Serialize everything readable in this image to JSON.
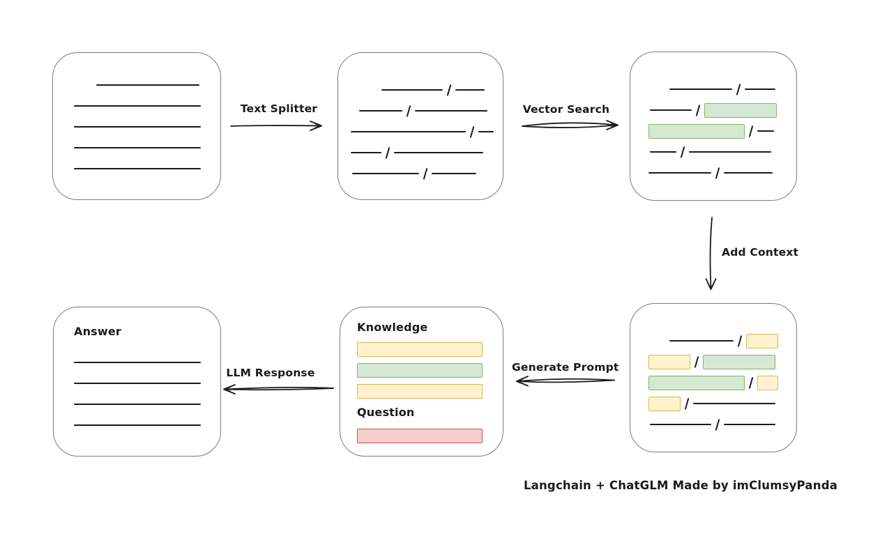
{
  "caption": "Langchain + ChatGLM Made by imClumsyPanda",
  "colors": {
    "ink": "#1a1a1a",
    "box_stroke": "#7b7b7b",
    "green_fill": "#d5e8d4",
    "green_stroke": "#82b366",
    "yellow_fill": "#fff2cc",
    "yellow_stroke": "#d6b656",
    "red_fill": "#f8cecc",
    "red_stroke": "#b85450"
  },
  "labels": {
    "text_splitter": "Text Splitter",
    "vector_search": "Vector Search",
    "add_context": "Add Context",
    "generate_prompt": "Generate Prompt",
    "llm_response": "LLM Response"
  },
  "boxes": {
    "document": {
      "rows": [
        {
          "indent": 32,
          "segments": [
            [
              "line",
              148
            ]
          ]
        },
        {
          "indent": 0,
          "segments": [
            [
              "line",
              182
            ]
          ]
        },
        {
          "indent": 0,
          "segments": [
            [
              "line",
              182
            ]
          ]
        },
        {
          "indent": 0,
          "segments": [
            [
              "line",
              182
            ]
          ]
        },
        {
          "indent": 0,
          "segments": [
            [
              "line",
              182
            ]
          ]
        }
      ]
    },
    "chunks": {
      "rows": [
        {
          "indent": 44,
          "segments": [
            [
              "line",
              88
            ],
            [
              "slash"
            ],
            [
              "line",
              42
            ]
          ]
        },
        {
          "indent": 12,
          "segments": [
            [
              "line",
              62
            ],
            [
              "slash"
            ],
            [
              "line",
              104
            ]
          ]
        },
        {
          "indent": 0,
          "segments": [
            [
              "line",
              165
            ],
            [
              "slash"
            ],
            [
              "line",
              22
            ]
          ]
        },
        {
          "indent": 0,
          "segments": [
            [
              "line",
              44
            ],
            [
              "slash"
            ],
            [
              "line",
              128
            ]
          ]
        },
        {
          "indent": 2,
          "segments": [
            [
              "line",
              96
            ],
            [
              "slash"
            ],
            [
              "line",
              64
            ]
          ]
        }
      ]
    },
    "matches": {
      "rows": [
        {
          "indent": 30,
          "segments": [
            [
              "line",
              90
            ],
            [
              "slash"
            ],
            [
              "line",
              44
            ]
          ]
        },
        {
          "indent": 2,
          "segments": [
            [
              "line",
              60
            ],
            [
              "slash"
            ],
            [
              "green",
              104
            ]
          ]
        },
        {
          "indent": 0,
          "segments": [
            [
              "green",
              138
            ],
            [
              "slash"
            ],
            [
              "line",
              24
            ]
          ]
        },
        {
          "indent": 2,
          "segments": [
            [
              "line",
              38
            ],
            [
              "slash"
            ],
            [
              "line",
              118
            ]
          ]
        },
        {
          "indent": 0,
          "segments": [
            [
              "line",
              90
            ],
            [
              "slash"
            ],
            [
              "line",
              70
            ]
          ]
        }
      ]
    },
    "context": {
      "rows": [
        {
          "indent": 30,
          "segments": [
            [
              "line",
              92
            ],
            [
              "slash"
            ],
            [
              "yellow",
              46
            ]
          ]
        },
        {
          "indent": 0,
          "segments": [
            [
              "yellow",
              60
            ],
            [
              "slash"
            ],
            [
              "green",
              104
            ]
          ]
        },
        {
          "indent": 0,
          "segments": [
            [
              "green",
              138
            ],
            [
              "slash"
            ],
            [
              "yellow",
              30
            ]
          ]
        },
        {
          "indent": 0,
          "segments": [
            [
              "yellow",
              46
            ],
            [
              "slash"
            ],
            [
              "line",
              118
            ]
          ]
        },
        {
          "indent": 2,
          "segments": [
            [
              "line",
              88
            ],
            [
              "slash"
            ],
            [
              "line",
              74
            ]
          ]
        }
      ]
    },
    "prompt": {
      "knowledge_label": "Knowledge",
      "question_label": "Question",
      "knowledge_bars": [
        "yellow",
        "green",
        "yellow"
      ],
      "question_bars": [
        "red"
      ]
    },
    "answer": {
      "label": "Answer",
      "rows": [
        {
          "indent": 0,
          "segments": [
            [
              "line",
              182
            ]
          ]
        },
        {
          "indent": 0,
          "segments": [
            [
              "line",
              182
            ]
          ]
        },
        {
          "indent": 0,
          "segments": [
            [
              "line",
              182
            ]
          ]
        },
        {
          "indent": 0,
          "segments": [
            [
              "line",
              182
            ]
          ]
        }
      ]
    }
  }
}
